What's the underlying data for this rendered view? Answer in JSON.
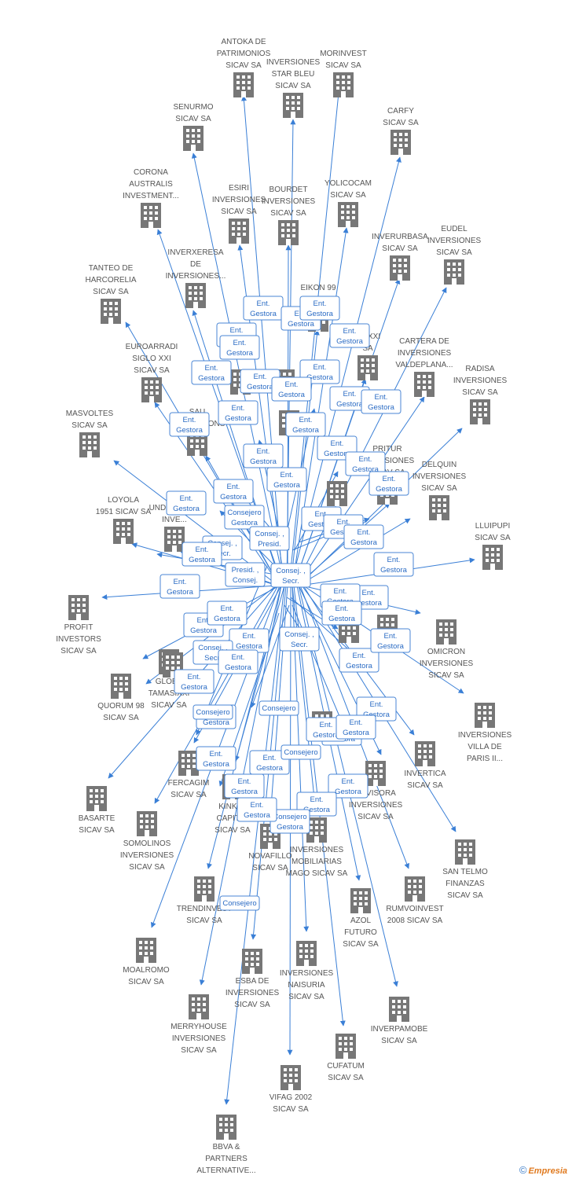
{
  "colors": {
    "edge": "#3a7fd6",
    "building": "#777777",
    "label": "#555555",
    "box_border": "#4a86d4"
  },
  "nodes": [
    {
      "id": "antoka",
      "lines": [
        "ANTOKA DE",
        "PATRIMONIOS",
        "SICAV SA"
      ]
    },
    {
      "id": "starbleu",
      "lines": [
        "INVERSIONES",
        "STAR BLEU",
        "SICAV SA"
      ]
    },
    {
      "id": "morinvest",
      "lines": [
        "MORINVEST",
        "SICAV SA"
      ]
    },
    {
      "id": "senurmo",
      "lines": [
        "SENURMO",
        "SICAV SA"
      ]
    },
    {
      "id": "carfy",
      "lines": [
        "CARFY",
        "SICAV SA"
      ]
    },
    {
      "id": "corona",
      "lines": [
        "CORONA",
        "AUSTRALIS",
        "INVESTMENT..."
      ]
    },
    {
      "id": "esiri",
      "lines": [
        "ESIRI",
        "INVERSIONES",
        "SICAV SA"
      ]
    },
    {
      "id": "bourdet",
      "lines": [
        "BOURDET",
        "INVERSIONES",
        "SICAV SA"
      ]
    },
    {
      "id": "yolicocam",
      "lines": [
        "YOLICOCAM",
        "SICAV SA"
      ]
    },
    {
      "id": "inverurbasa",
      "lines": [
        "INVERURBASA",
        "SICAV SA"
      ]
    },
    {
      "id": "eudel",
      "lines": [
        "EUDEL",
        "INVERSIONES",
        "SICAV SA"
      ]
    },
    {
      "id": "inverxeresa",
      "lines": [
        "INVERXERESA",
        "DE",
        "INVERSIONES..."
      ]
    },
    {
      "id": "tanteo",
      "lines": [
        "TANTEO DE",
        "HARCORELIA",
        "SICAV SA"
      ]
    },
    {
      "id": "eikon",
      "lines": [
        "EIKON 99",
        "SICAV SA"
      ]
    },
    {
      "id": "naxxi",
      "lines": [
        "NA XXI",
        "SA"
      ]
    },
    {
      "id": "cartera",
      "lines": [
        "CARTERA DE",
        "INVERSIONES",
        "VALDEPLANA..."
      ]
    },
    {
      "id": "euroarradi",
      "lines": [
        "EUROARRADI",
        "SIGLO XXI",
        "SICAV SA"
      ]
    },
    {
      "id": "radisa",
      "lines": [
        "RADISA",
        "INVERSIONES",
        "SICAV SA"
      ]
    },
    {
      "id": "sau",
      "lines": [
        "SAU",
        "D'INVERSIONS"
      ]
    },
    {
      "id": "masvoltes",
      "lines": [
        "MASVOLTES",
        "SICAV SA"
      ]
    },
    {
      "id": "pritur",
      "lines": [
        "PRITUR",
        "INVERSIONES",
        "SICAV SA"
      ]
    },
    {
      "id": "delquin",
      "lines": [
        "DELQUIN",
        "INVERSIONES",
        "SICAV SA"
      ]
    },
    {
      "id": "loyola",
      "lines": [
        "LOYOLA",
        "1951 SICAV SA"
      ]
    },
    {
      "id": "undarte",
      "lines": [
        "UNDARTE DE",
        "INVE..."
      ]
    },
    {
      "id": "lluipupi",
      "lines": [
        "LLUIPUPI",
        "SICAV SA"
      ]
    },
    {
      "id": "profit",
      "lines": [
        "PROFIT",
        "INVESTORS",
        "SICAV SA"
      ]
    },
    {
      "id": "omicron",
      "lines": [
        "OMICRON",
        "INVERSIONES",
        "SICAV SA"
      ]
    },
    {
      "id": "globe",
      "lines": [
        "GLOBE",
        "TAMASIXXI",
        "SICAV SA"
      ]
    },
    {
      "id": "quorum",
      "lines": [
        "QUORUM 98",
        "SICAV SA"
      ]
    },
    {
      "id": "villaparis",
      "lines": [
        "INVERSIONES",
        "VILLA DE",
        "PARIS II..."
      ]
    },
    {
      "id": "basarte",
      "lines": [
        "BASARTE",
        "SICAV SA"
      ]
    },
    {
      "id": "fercagim",
      "lines": [
        "FERCAGIM",
        "SICAV SA"
      ]
    },
    {
      "id": "invertica",
      "lines": [
        "INVERTICA",
        "SICAV SA"
      ]
    },
    {
      "id": "kinkal",
      "lines": [
        "KINKAL",
        "CAPITAL",
        "SICAV SA"
      ]
    },
    {
      "id": "revisora",
      "lines": [
        "REVISORA",
        "INVERSIONES",
        "SICAV SA"
      ]
    },
    {
      "id": "somolinos",
      "lines": [
        "SOMOLINOS",
        "INVERSIONES",
        "SICAV SA"
      ]
    },
    {
      "id": "novafillo",
      "lines": [
        "NOVAFILLO",
        "SICAV SA"
      ]
    },
    {
      "id": "mago",
      "lines": [
        "INVERSIONES",
        "MOBILIARIAS",
        "MAGO SICAV SA"
      ]
    },
    {
      "id": "santelmo",
      "lines": [
        "SAN TELMO",
        "FINANZAS",
        "SICAV SA"
      ]
    },
    {
      "id": "trendinvest",
      "lines": [
        "TRENDINVEST",
        "SICAV SA"
      ]
    },
    {
      "id": "rumvoinvest",
      "lines": [
        "RUMVOINVEST",
        "2008 SICAV SA"
      ]
    },
    {
      "id": "azol",
      "lines": [
        "AZOL",
        "FUTURO",
        "SICAV SA"
      ]
    },
    {
      "id": "moalromo",
      "lines": [
        "MOALROMO",
        "SICAV SA"
      ]
    },
    {
      "id": "esba",
      "lines": [
        "ESBA DE",
        "INVERSIONES",
        "SICAV SA"
      ]
    },
    {
      "id": "naisuria",
      "lines": [
        "INVERSIONES",
        "NAISURIA",
        "SICAV SA"
      ]
    },
    {
      "id": "merryhouse",
      "lines": [
        "MERRYHOUSE",
        "INVERSIONES",
        "SICAV SA"
      ]
    },
    {
      "id": "inverpamobe",
      "lines": [
        "INVERPAMOBE",
        "SICAV SA"
      ]
    },
    {
      "id": "cufatum",
      "lines": [
        "CUFATUM",
        "SICAV SA"
      ]
    },
    {
      "id": "vifag",
      "lines": [
        "VIFAG 2002",
        "SICAV SA"
      ]
    },
    {
      "id": "bbva",
      "lines": [
        "BBVA &",
        "PARTNERS",
        "ALTERNATIVE..."
      ]
    },
    {
      "id": "hidden1",
      "lines": []
    },
    {
      "id": "hidden2",
      "lines": []
    },
    {
      "id": "hidden3",
      "lines": []
    },
    {
      "id": "hidden4",
      "lines": []
    },
    {
      "id": "hidden5",
      "lines": []
    },
    {
      "id": "hidden6",
      "lines": []
    },
    {
      "id": "hidden7",
      "lines": []
    },
    {
      "id": "hidden8",
      "lines": []
    }
  ],
  "edge_labels": [
    [
      "Ent.",
      "Gestora"
    ],
    [
      "Ent.",
      "Gestora"
    ],
    [
      "Ent.",
      "Gestora"
    ],
    [
      "Ent.",
      "Gestora"
    ],
    [
      "Ent.",
      "Gestora"
    ],
    [
      "Ent.",
      "Gestora"
    ],
    [
      "Ent.",
      "Gestora"
    ],
    [
      "Ent.",
      "Gestora"
    ],
    [
      "Ent.",
      "Gestora"
    ],
    [
      "Ent.",
      "Gestora"
    ],
    [
      "Ent.",
      "Gestora"
    ],
    [
      "Ent.",
      "Gestora"
    ],
    [
      "Ent.",
      "Gestora"
    ],
    [
      "Ent.",
      "Gestora"
    ],
    [
      "Ent.",
      "Gestora"
    ],
    [
      "Ent.",
      "Gestora"
    ],
    [
      "Ent.",
      "Gestora"
    ],
    [
      "Ent.",
      "Gestora"
    ],
    [
      "Ent.",
      "Gestora"
    ],
    [
      "Ent.",
      "Gestora"
    ],
    [
      "Ent.",
      "Gestora"
    ],
    [
      "Ent.",
      "Gestora"
    ],
    [
      "Ent.",
      "Gestora"
    ],
    [
      "Ent.",
      "Gestora"
    ],
    [
      "Ent.",
      "Gestora"
    ],
    [
      "Ent.",
      "Gestora"
    ],
    [
      "Consejero",
      "Gestora"
    ],
    [
      "Consej. ,",
      "Presid."
    ],
    [
      "Consej. ,",
      "Secr."
    ],
    [
      "Ent.",
      "Gestora"
    ],
    [
      "Presid. ,",
      "Consej."
    ],
    [
      "Consej. ,",
      "Secr."
    ],
    [
      "Ent.",
      "Gestora"
    ],
    [
      "Ent.",
      "Gestora"
    ],
    [
      "Ent.",
      "Gestora"
    ],
    [
      "Ent.",
      "Gestora"
    ],
    [
      "Ent.",
      "Gestora"
    ],
    [
      "Ent.",
      "Gestora"
    ],
    [
      "Ent.",
      "Gestora"
    ],
    [
      "Consej. ,",
      "Secr."
    ],
    [
      "Consej. ,",
      "Secr."
    ],
    [
      "Ent.",
      "Gestora"
    ],
    [
      "Ent.",
      "Gestora"
    ],
    [
      "Ent.",
      "Gestora"
    ],
    [
      "Ent.",
      "Gestora"
    ],
    [
      "Ent.",
      "Gestora"
    ],
    [
      "Consejero"
    ],
    [
      "Ent.",
      "Gestora"
    ],
    [
      "Ent.",
      "Gestora"
    ],
    [
      "Ent.",
      "Gestora"
    ],
    [
      "Ent.",
      "Gestora"
    ],
    [
      "Ent.",
      "Gestora"
    ],
    [
      "Ent.",
      "Gestora"
    ],
    [
      "Consejero"
    ],
    [
      "Ent.",
      "Gestora"
    ],
    [
      "Ent.",
      "Gestora"
    ],
    [
      "Ent.",
      "Gestora"
    ],
    [
      "Consejero",
      "Gestora"
    ],
    [
      "Ent.",
      "Gestora"
    ],
    [
      "Consejero"
    ],
    [
      "Consejero"
    ]
  ],
  "brand": {
    "copyright": "©",
    "name": "Empresia"
  }
}
